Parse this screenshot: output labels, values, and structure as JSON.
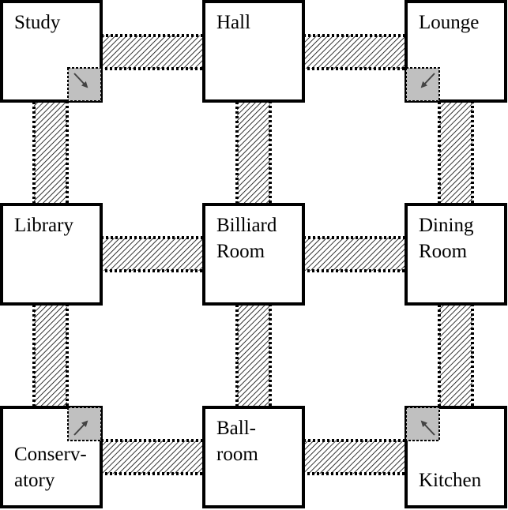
{
  "rooms": [
    {
      "id": "study",
      "lines": [
        "Study"
      ]
    },
    {
      "id": "hall",
      "lines": [
        "Hall"
      ]
    },
    {
      "id": "lounge",
      "lines": [
        "Lounge"
      ]
    },
    {
      "id": "library",
      "lines": [
        "Library"
      ]
    },
    {
      "id": "billiard",
      "lines": [
        "Billiard",
        "Room"
      ]
    },
    {
      "id": "dining",
      "lines": [
        "Dining",
        "Room"
      ]
    },
    {
      "id": "conservatory",
      "lines": [
        "Conserv-",
        "atory"
      ]
    },
    {
      "id": "ballroom",
      "lines": [
        "Ball-",
        "room"
      ]
    },
    {
      "id": "kitchen",
      "lines": [
        "Kitchen"
      ]
    }
  ],
  "colors": {
    "room_fill": "#ffffff",
    "border": "#000000",
    "secret_passage_fill": "#c0c0c0",
    "arrow": "#444444"
  }
}
